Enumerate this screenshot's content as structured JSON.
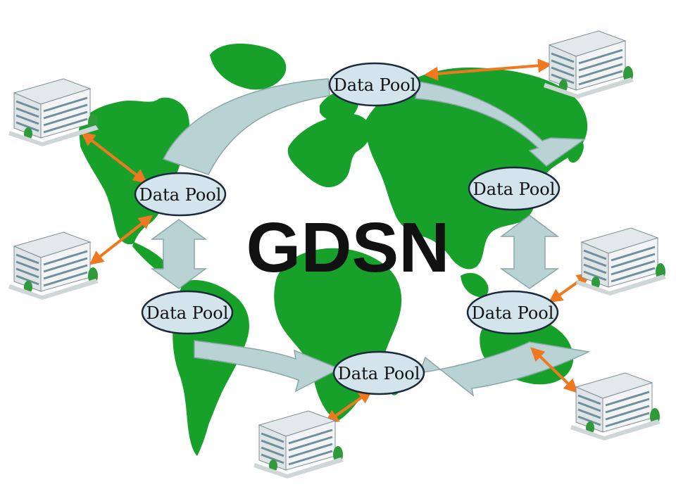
{
  "title": "GDSN",
  "colors": {
    "land": "#17a12a",
    "flow_arrow": "#b9d3d4",
    "flow_arrow_edge": "#8aa6a8",
    "pool_fill": "#d4e4ec",
    "pool_edge": "#1a2a3a",
    "link": "#f07820",
    "building_wall": "#eef1f2",
    "building_window": "#6f8f9a"
  },
  "icons": {
    "building": "office-building-icon",
    "link": "bidirectional-orange-arrow",
    "flow": "curved-grey-arrow"
  },
  "nodes": {
    "pool_top": {
      "label": "Data Pool"
    },
    "pool_left_upper": {
      "label": "Data Pool"
    },
    "pool_left_lower": {
      "label": "Data Pool"
    },
    "pool_bottom": {
      "label": "Data Pool"
    },
    "pool_right_upper": {
      "label": "Data Pool"
    },
    "pool_right_lower": {
      "label": "Data Pool"
    }
  }
}
